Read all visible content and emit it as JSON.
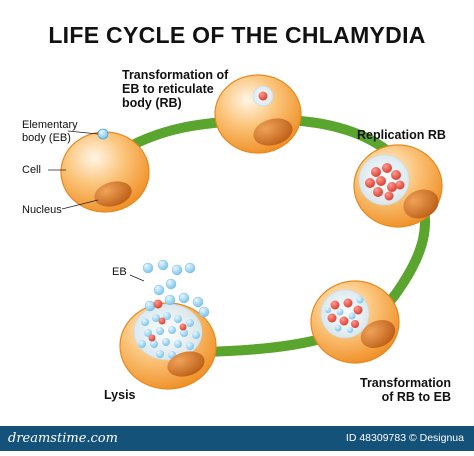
{
  "title": "LIFE CYCLE OF THE CHLAMYDIA",
  "labels": {
    "elementary_body": "Elementary\nbody (EB)",
    "cell": "Cell",
    "nucleus": "Nucleus",
    "transformation_eb_rb": "Transformation of\nEB to reticulate\nbody (RB)",
    "replication_rb": "Replication RB",
    "transformation_rb_eb": "Transformation\nof RB to EB",
    "lysis": "Lysis",
    "eb": "EB"
  },
  "footer": {
    "logo": "dreamstime.com",
    "credit": "ID 48309783 © Designua"
  },
  "colors": {
    "cell": "#f7a53c",
    "nucleus": "#d8731f",
    "arrow": "#5aa52e",
    "eb": "#9fd3f0",
    "rb": "#e74a3b",
    "footer": "#14527a"
  }
}
